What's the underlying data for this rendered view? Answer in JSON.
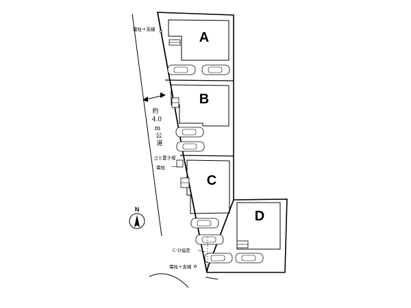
{
  "lots": {
    "a": "A",
    "b": "B",
    "c": "C",
    "d": "D"
  },
  "road": {
    "chars": [
      "約",
      "4.0",
      "m",
      "公",
      "道"
    ]
  },
  "labels": {
    "pole_support_top": "電柱＋支線",
    "garbage_area": "ゴミ置き場",
    "pole": "電柱",
    "cd_fixed": "C･D協定",
    "pole_support_bottom": "電柱＋支線"
  },
  "north_label": "N"
}
